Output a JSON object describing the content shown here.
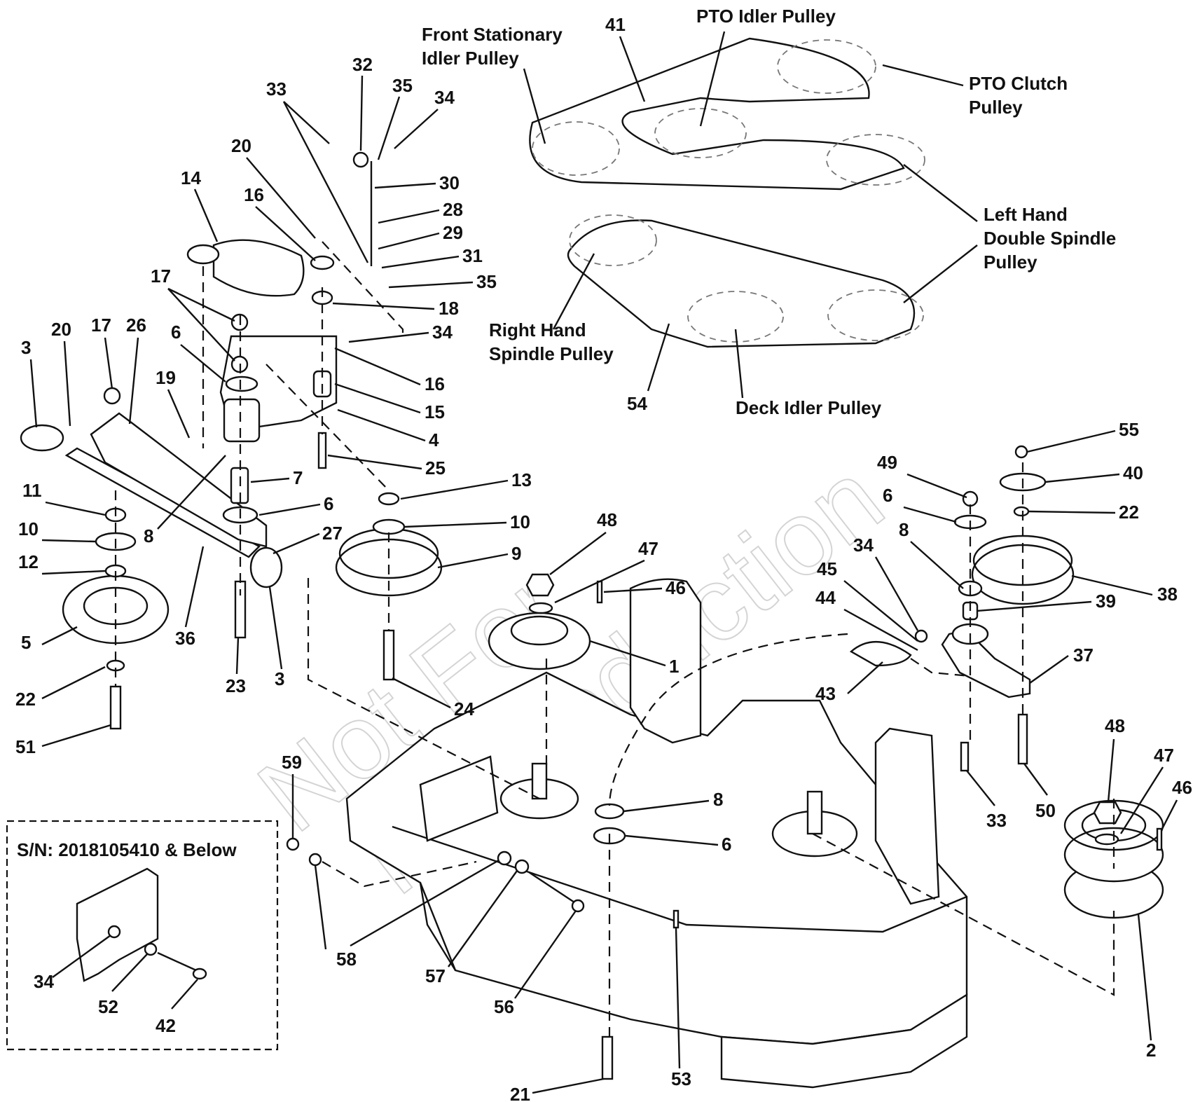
{
  "watermark": [
    "Not For",
    "Reproduction"
  ],
  "belt_labels": {
    "front_stationary_idler": [
      "Front Stationary",
      "Idler Pulley"
    ],
    "pto_idler": [
      "PTO Idler Pulley"
    ],
    "pto_clutch": [
      "PTO Clutch",
      "Pulley"
    ],
    "left_hand_double_spindle": [
      "Left Hand",
      "Double Spindle",
      "Pulley"
    ],
    "right_hand_spindle": [
      "Right Hand",
      "Spindle Pulley"
    ],
    "deck_idler": [
      "Deck Idler Pulley"
    ]
  },
  "inset": {
    "title": "S/N: 2018105410 & Below",
    "callouts": [
      "34",
      "52",
      "42"
    ]
  },
  "callouts": [
    "41",
    "54",
    "33",
    "32",
    "35",
    "34",
    "20",
    "14",
    "16",
    "30",
    "28",
    "29",
    "31",
    "35",
    "18",
    "34",
    "17",
    "17",
    "26",
    "3",
    "20",
    "6",
    "19",
    "16",
    "15",
    "4",
    "25",
    "11",
    "10",
    "12",
    "7",
    "6",
    "8",
    "36",
    "27",
    "3",
    "13",
    "10",
    "9",
    "5",
    "22",
    "51",
    "23",
    "24",
    "48",
    "47",
    "46",
    "1",
    "55",
    "49",
    "40",
    "6",
    "22",
    "8",
    "38",
    "34",
    "45",
    "39",
    "44",
    "37",
    "43",
    "33",
    "50",
    "48",
    "47",
    "46",
    "2",
    "59",
    "8",
    "6",
    "58",
    "57",
    "56",
    "53",
    "21"
  ],
  "colors": {
    "ink": "#111111",
    "watermark": "#d4d4d4",
    "paper": "#ffffff"
  }
}
